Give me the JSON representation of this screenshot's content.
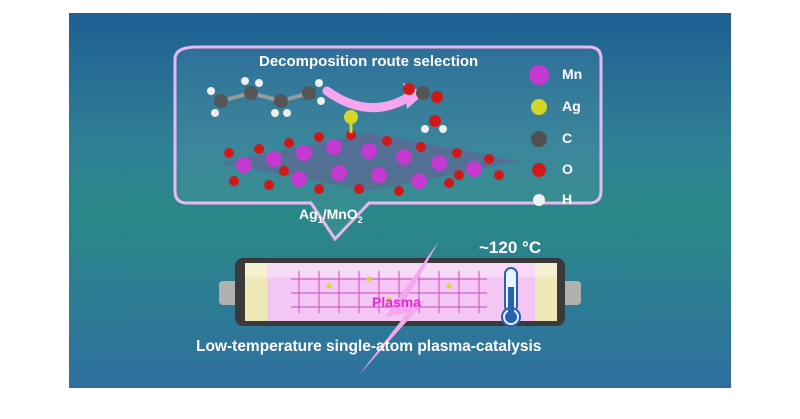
{
  "figure": {
    "title": "Decomposition route selection",
    "support_base": "Ag",
    "support_sub1": "1",
    "support_mid": "/MnO",
    "support_sub2": "2",
    "temperature": "~120 °C",
    "plasma_label": "Plasma",
    "caption": "Low-temperature single-atom plasma-catalysis"
  },
  "legend": [
    {
      "label": "Mn",
      "color": "#c43ad0",
      "icon": "mn-sphere-icon"
    },
    {
      "label": "Ag",
      "color": "#d6d62a",
      "icon": "ag-sphere-icon"
    },
    {
      "label": "C",
      "color": "#505050",
      "icon": "c-sphere-icon"
    },
    {
      "label": "O",
      "color": "#d01818",
      "icon": "o-sphere-icon"
    },
    {
      "label": "H",
      "color": "#f2f2f2",
      "icon": "h-sphere-icon"
    }
  ],
  "colors": {
    "background": "#2a7f95",
    "frame": "#e8b8f0",
    "reactor_glow": "#f4c6f4",
    "plasma_text": "#e22ad0"
  }
}
